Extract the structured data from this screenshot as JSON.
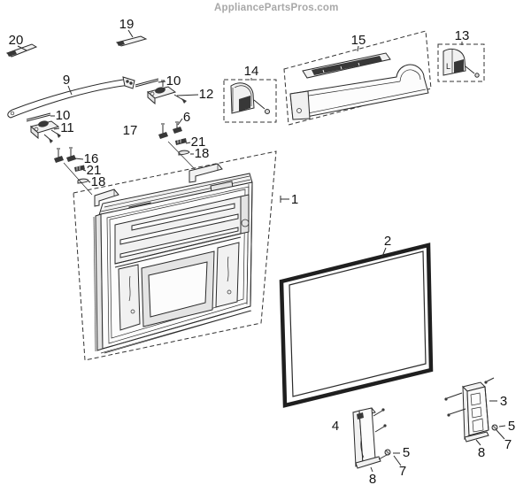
{
  "watermark": "AppliancePartsPros.com",
  "part_markings": {
    "item13_letter": "L"
  },
  "colors": {
    "line": "#2b2b2b",
    "watermark": "#a8a8a8",
    "background": "#ffffff"
  },
  "callouts": [
    {
      "id": "20",
      "label": "20"
    },
    {
      "id": "19",
      "label": "19"
    },
    {
      "id": "9",
      "label": "9"
    },
    {
      "id": "10-upper",
      "label": "10"
    },
    {
      "id": "12",
      "label": "12"
    },
    {
      "id": "10-lower",
      "label": "10"
    },
    {
      "id": "11",
      "label": "11"
    },
    {
      "id": "17",
      "label": "17"
    },
    {
      "id": "6",
      "label": "6"
    },
    {
      "id": "21-right",
      "label": "21"
    },
    {
      "id": "18-right",
      "label": "18"
    },
    {
      "id": "16",
      "label": "16"
    },
    {
      "id": "21-left",
      "label": "21"
    },
    {
      "id": "18-left",
      "label": "18"
    },
    {
      "id": "14",
      "label": "14"
    },
    {
      "id": "15",
      "label": "15"
    },
    {
      "id": "13",
      "label": "13"
    },
    {
      "id": "1",
      "label": "1"
    },
    {
      "id": "2",
      "label": "2"
    },
    {
      "id": "4",
      "label": "4"
    },
    {
      "id": "5-left",
      "label": "5"
    },
    {
      "id": "7-left",
      "label": "7"
    },
    {
      "id": "8-left",
      "label": "8"
    },
    {
      "id": "3",
      "label": "3"
    },
    {
      "id": "5-right",
      "label": "5"
    },
    {
      "id": "7-right",
      "label": "7"
    },
    {
      "id": "8-right",
      "label": "8"
    }
  ]
}
